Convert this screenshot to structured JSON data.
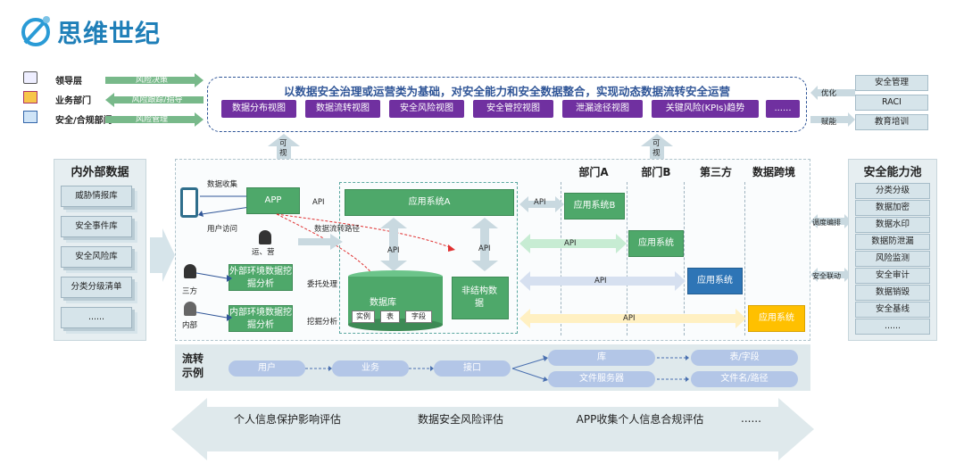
{
  "logo": {
    "text": "思维世纪"
  },
  "roles": [
    {
      "label": "领导层",
      "arrow": "风险决策"
    },
    {
      "label": "业务部门",
      "arrow": "风险跟踪/指导"
    },
    {
      "label": "安全/合规部门",
      "arrow": "风险管理"
    }
  ],
  "banner": {
    "title": "以数据安全治理或运营类为基础，对安全能力和安全数据整合，实现动态数据流转安全运营",
    "views": [
      "数据分布视图",
      "数据流转视图",
      "安全风险视图",
      "安全管控视图",
      "泄漏途径视图",
      "关键风险(KPIs)趋势",
      "......"
    ]
  },
  "right_top": {
    "optimize": "优化",
    "empower": "赋能",
    "items": [
      "安全管理",
      "RACI",
      "教育培训"
    ]
  },
  "visual_labels": [
    "可视",
    "可视"
  ],
  "left_panel": {
    "title": "内外部数据",
    "items": [
      "威胁情报库",
      "安全事件库",
      "安全风险库",
      "分类分级清单",
      "......"
    ]
  },
  "center": {
    "data_collect": "数据收集",
    "user_access": "用户访问",
    "app": "APP",
    "api": "API",
    "app_system_a": "应用系统A",
    "app_system_b": "应用系统B",
    "app_system": "应用系统",
    "data_flow_path": "数据流转路径",
    "ops": "运、营",
    "third_party_person": "三方",
    "internal_person": "内部",
    "external_analysis": "外部环境数据挖掘分析",
    "internal_analysis": "内部环境数据挖掘分析",
    "delegate": "委托处理",
    "mining": "挖掘分析",
    "database": "数据库",
    "db_parts": [
      "实例",
      "表",
      "字段"
    ],
    "unstructured": "非结构数据"
  },
  "departments": [
    "部门A",
    "部门B",
    "第三方",
    "数据跨境"
  ],
  "right_panel": {
    "title": "安全能力池",
    "items": [
      "分类分级",
      "数据加密",
      "数据水印",
      "数据防泄漏",
      "风险监测",
      "安全审计",
      "数据销毁",
      "安全基线",
      "......"
    ],
    "orchestrate": "调度编排",
    "linkage": "安全联动"
  },
  "flow": {
    "title": "流转示例",
    "nodes": [
      "用户",
      "业务",
      "接口",
      "库",
      "表/字段",
      "文件服务器",
      "文件名/路径"
    ]
  },
  "bottom": {
    "items": [
      "个人信息保护影响评估",
      "数据安全风险评估",
      "APP收集个人信息合规评估",
      "......"
    ]
  },
  "colors": {
    "purple": "#7030a0",
    "green": "#4ea86a",
    "blue": "#2e75b6",
    "orange": "#ffc000",
    "light": "#d6e4ea"
  }
}
